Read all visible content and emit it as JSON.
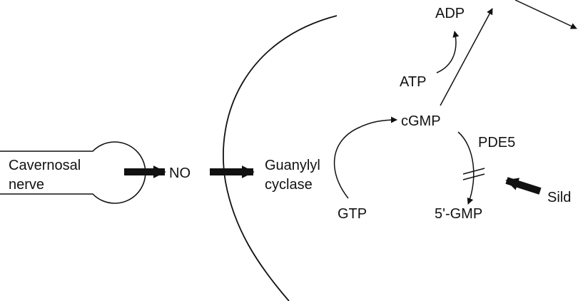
{
  "labels": {
    "cavernosal_nerve": [
      "Cavernosal",
      "nerve"
    ],
    "no": "NO",
    "guanylyl_cyclase": [
      "Guanylyl",
      "cyclase"
    ],
    "gtp": "GTP",
    "cgmp": "cGMP",
    "pde5": "PDE5",
    "five_gmp": "5'-GMP",
    "atp": "ATP",
    "adp": "ADP",
    "sildenafil_partial": "Sild"
  },
  "colors": {
    "ink": "#111111",
    "background": "#ffffff"
  }
}
